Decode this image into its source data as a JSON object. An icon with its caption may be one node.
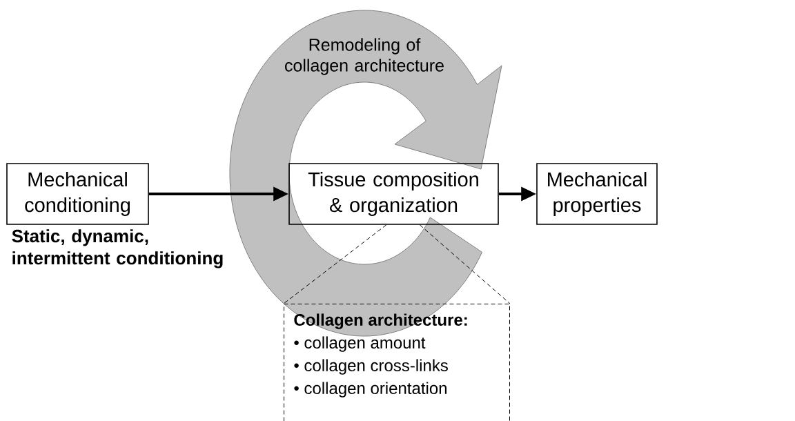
{
  "diagram": {
    "nodes": [
      {
        "text": [
          "Mechanical conditioning"
        ],
        "beside": [
          "Static, dynamic, intermittent conditioning"
        ]
      },
      {
        "text": [
          "Tissue composition & organization"
        ]
      },
      {
        "text": [
          "Mechanical properties"
        ]
      },
      {
        "text": [
          "Collagen architecture:",
          "• collagen amount",
          "• collagen cross-links",
          "• collagen orientation"
        ]
      }
    ],
    "labels": [
      "Remodeling of collagen architecture"
    ],
    "edges": [
      {
        "from": 0,
        "to": 1,
        "arrow": "to",
        "style": "thick"
      },
      {
        "from": 1,
        "to": 2,
        "arrow": "to",
        "style": "thick"
      },
      {
        "from": 1,
        "to": 3,
        "arrow": "none",
        "style": "dashed"
      },
      {
        "from": 1,
        "to": 3,
        "arrow": "none",
        "style": "dashed"
      }
    ]
  }
}
